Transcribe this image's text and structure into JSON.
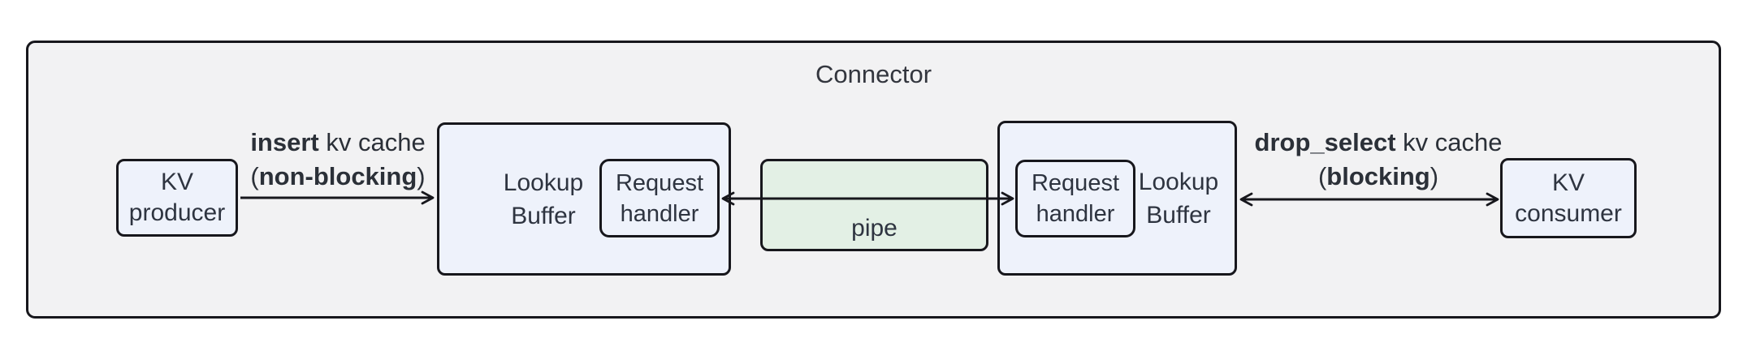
{
  "title": "Connector",
  "colors": {
    "container_bg": "#f2f2f3",
    "node_bg": "#eef2fb",
    "pipe_bg": "#e3f0e5",
    "border": "#17171c",
    "text": "#2e3440"
  },
  "nodes": {
    "kv_producer": {
      "line1": "KV",
      "line2": "producer"
    },
    "lookup_buffer_left": {
      "line1": "Lookup",
      "line2": "Buffer"
    },
    "request_handler_left": {
      "line1": "Request",
      "line2": "handler"
    },
    "pipe": {
      "label": "pipe"
    },
    "request_handler_right": {
      "line1": "Request",
      "line2": "handler"
    },
    "lookup_buffer_right": {
      "line1": "Lookup",
      "line2": "Buffer"
    },
    "kv_consumer": {
      "line1": "KV",
      "line2": "consumer"
    }
  },
  "edges": {
    "insert": {
      "from": "KV producer",
      "to": "Lookup Buffer",
      "bidirectional": false,
      "line1_strong": "insert",
      "line1_rest": " kv cache",
      "line2_pre": "(",
      "line2_strong": "non-blocking",
      "line2_post": ")"
    },
    "pipe_link": {
      "from": "Request handler",
      "to": "Request handler",
      "bidirectional": true
    },
    "drop_select": {
      "from": "Lookup Buffer",
      "to": "KV consumer",
      "bidirectional": true,
      "line1_strong": "drop_select",
      "line1_rest": " kv cache",
      "line2_pre": "(",
      "line2_strong": "blocking",
      "line2_post": ")"
    }
  }
}
